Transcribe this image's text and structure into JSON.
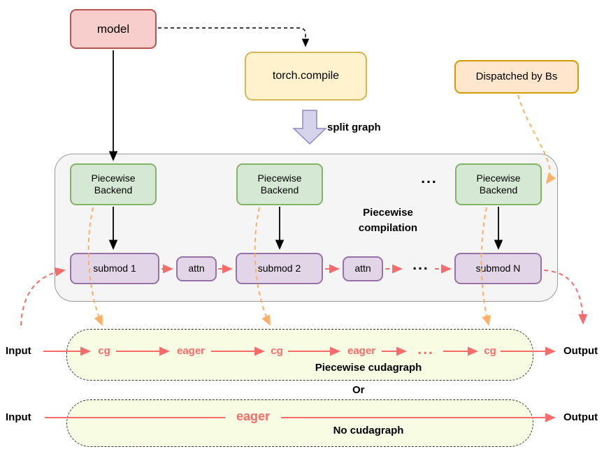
{
  "labels": {
    "model": "model",
    "torch_compile": "torch.compile",
    "dispatched_by_bs": "Dispatched by Bs",
    "split_graph": "split graph",
    "piecewise_compilation": "Piecewise compilation",
    "piecewise_backend": "Piecewise Backend",
    "submod_1": "submod 1",
    "submod_2": "submod 2",
    "submod_n": "submod N",
    "attn": "attn",
    "ellipsis": "...",
    "input": "Input",
    "output": "Output",
    "cg": "cg",
    "eager": "eager",
    "piecewise_cudagraph": "Piecewise cudagraph",
    "or": "Or",
    "no_cudagraph": "No cudagraph"
  },
  "colors": {
    "model_fill": "#f8cecc",
    "model_border": "#b85450",
    "torch_fill": "#fff2cc",
    "torch_border": "#d6b656",
    "dispatch_fill": "#ffe6cc",
    "dispatch_border": "#d79b00",
    "backend_fill": "#d5e8d4",
    "backend_border": "#82b366",
    "submod_fill": "#e1d5e7",
    "submod_border": "#9673a6",
    "container_fill": "#f5f5f5",
    "cudagraph_fill": "#f8fce3",
    "red_accent": "#f86b6b",
    "orange_accent": "#fbb066",
    "split_arrow_fill": "#d5d3ec"
  }
}
